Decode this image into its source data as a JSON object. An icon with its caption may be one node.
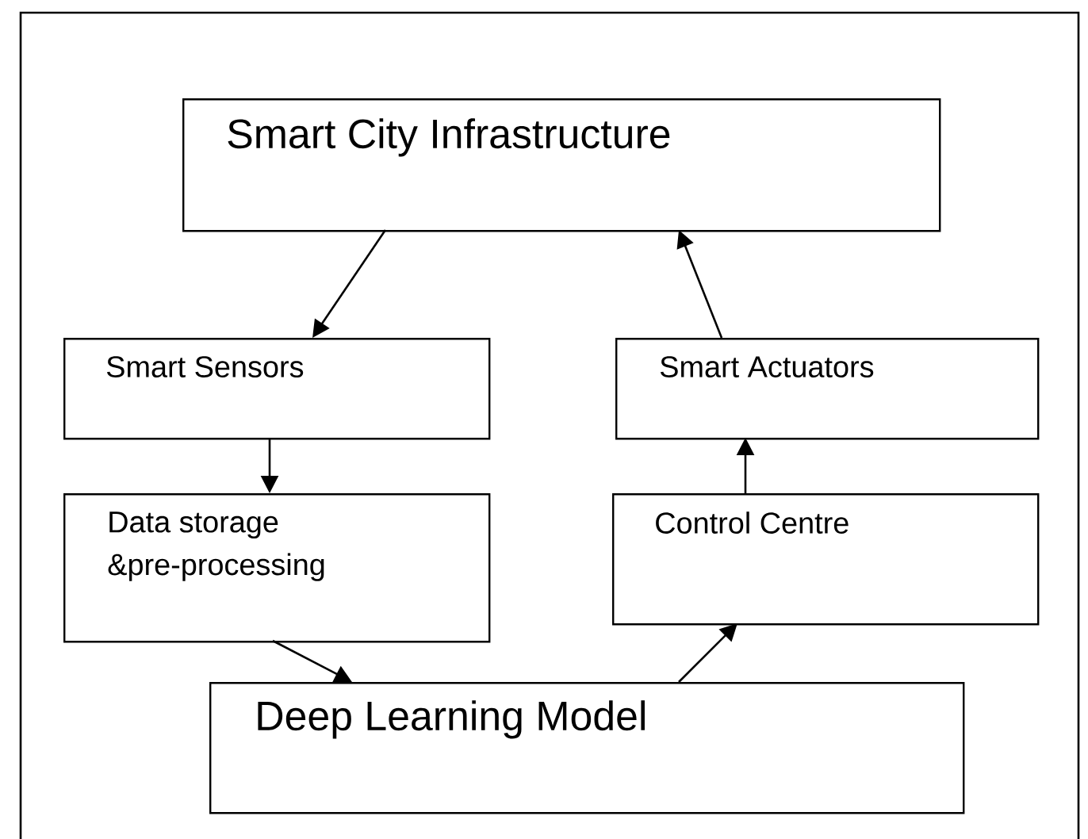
{
  "diagram": {
    "nodes": [
      {
        "text": [
          "Smart City Infrastructure"
        ]
      },
      {
        "text": [
          "Smart Sensors"
        ]
      },
      {
        "text": [
          "Smart Actuators"
        ]
      },
      {
        "text": [
          "Data storage &pre-processing"
        ]
      },
      {
        "text": [
          "Control Centre"
        ]
      },
      {
        "text": [
          "Deep Learning Model"
        ]
      }
    ],
    "edges": [
      {
        "from": 0,
        "to": 1,
        "arrow": "to"
      },
      {
        "from": 1,
        "to": 3,
        "arrow": "to"
      },
      {
        "from": 3,
        "to": 5,
        "arrow": "to"
      },
      {
        "from": 5,
        "to": 4,
        "arrow": "to"
      },
      {
        "from": 4,
        "to": 2,
        "arrow": "to"
      },
      {
        "from": 2,
        "to": 0,
        "arrow": "to"
      }
    ]
  }
}
